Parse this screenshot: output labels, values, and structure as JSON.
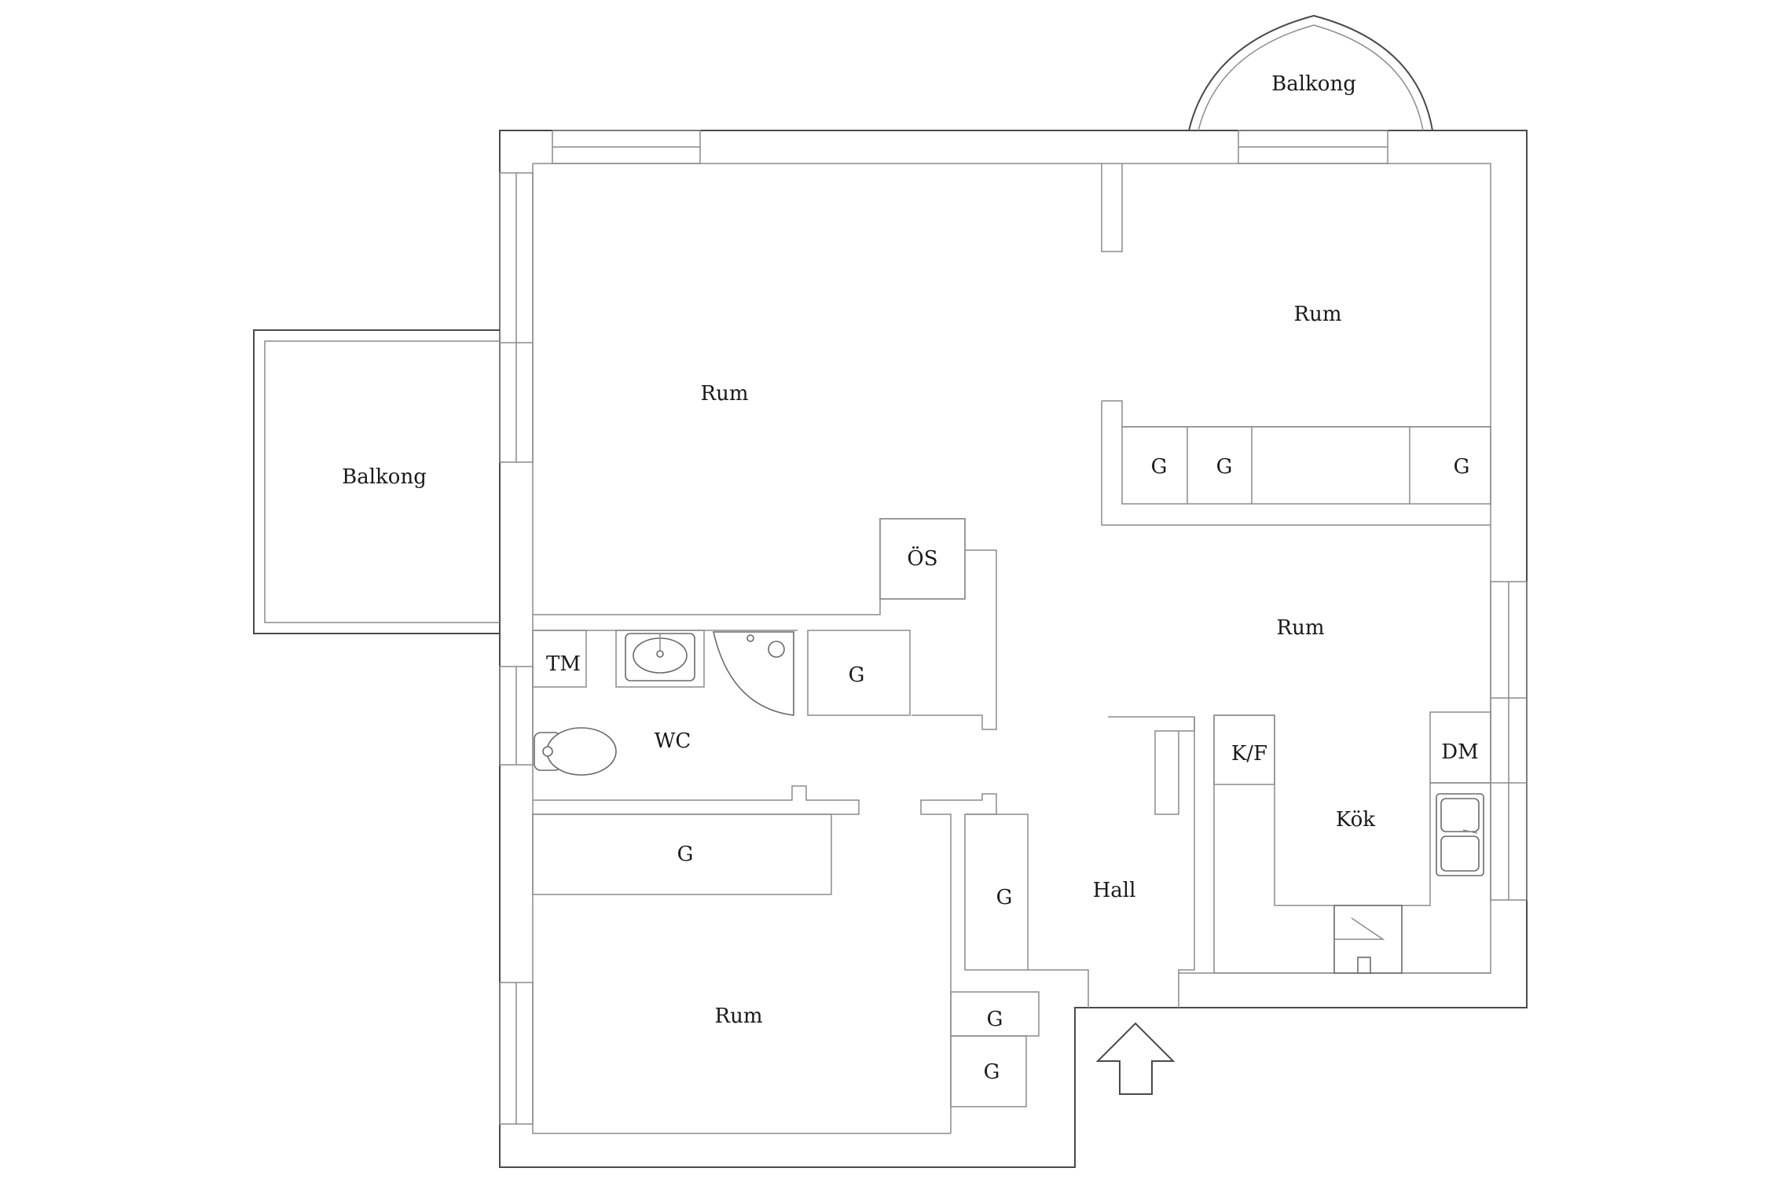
{
  "labels": {
    "balcony_top": "Balkong",
    "balcony_left": "Balkong",
    "room_topleft": "Rum",
    "room_topright": "Rum",
    "room_mid": "Rum",
    "room_bottom": "Rum",
    "os": "ÖS",
    "tm": "TM",
    "wc": "WC",
    "kf": "K/F",
    "dm": "DM",
    "kitchen": "Kök",
    "hall": "Hall",
    "g_closet_1": "G",
    "g_closet_2": "G",
    "g_closet_3": "G",
    "g_bath": "G",
    "g_bedroom": "G",
    "g_hall": "G",
    "g_small_1": "G",
    "g_small_2": "G"
  },
  "icons": {
    "entrance": "entrance-arrow-icon",
    "toilet": "toilet-icon",
    "sink": "sink-icon",
    "shower": "shower-icon",
    "kitchen_sink": "kitchen-sink-icon",
    "stove": "stove-icon"
  }
}
